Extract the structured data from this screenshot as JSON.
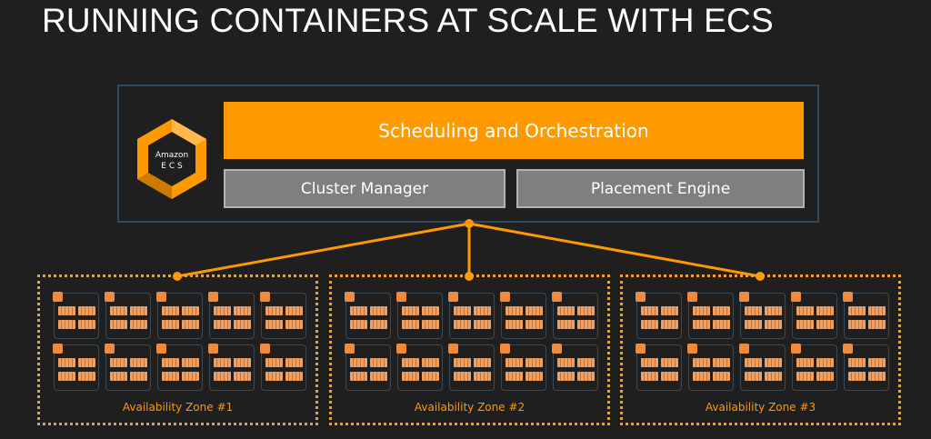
{
  "title": "RUNNING CONTAINERS AT SCALE WITH ECS",
  "logo": {
    "text_line1": "Amazon",
    "text_line2": "E C S",
    "color": "#ff9900",
    "icon": "ecs-hexagon-logo"
  },
  "scheduling": {
    "label": "Scheduling and Orchestration"
  },
  "cluster_manager": {
    "label": "Cluster Manager"
  },
  "placement_engine": {
    "label": "Placement Engine"
  },
  "zones": [
    {
      "label": "Availability Zone #1"
    },
    {
      "label": "Availability Zone #2"
    },
    {
      "label": "Availability Zone #3"
    }
  ],
  "colors": {
    "accent": "#ff9900",
    "frame": "#2f4a5c",
    "grey_box": "#7f7f7f",
    "container": "#f0a060",
    "instance_badge": "#f08a3c",
    "background": "#1f1f1f"
  }
}
